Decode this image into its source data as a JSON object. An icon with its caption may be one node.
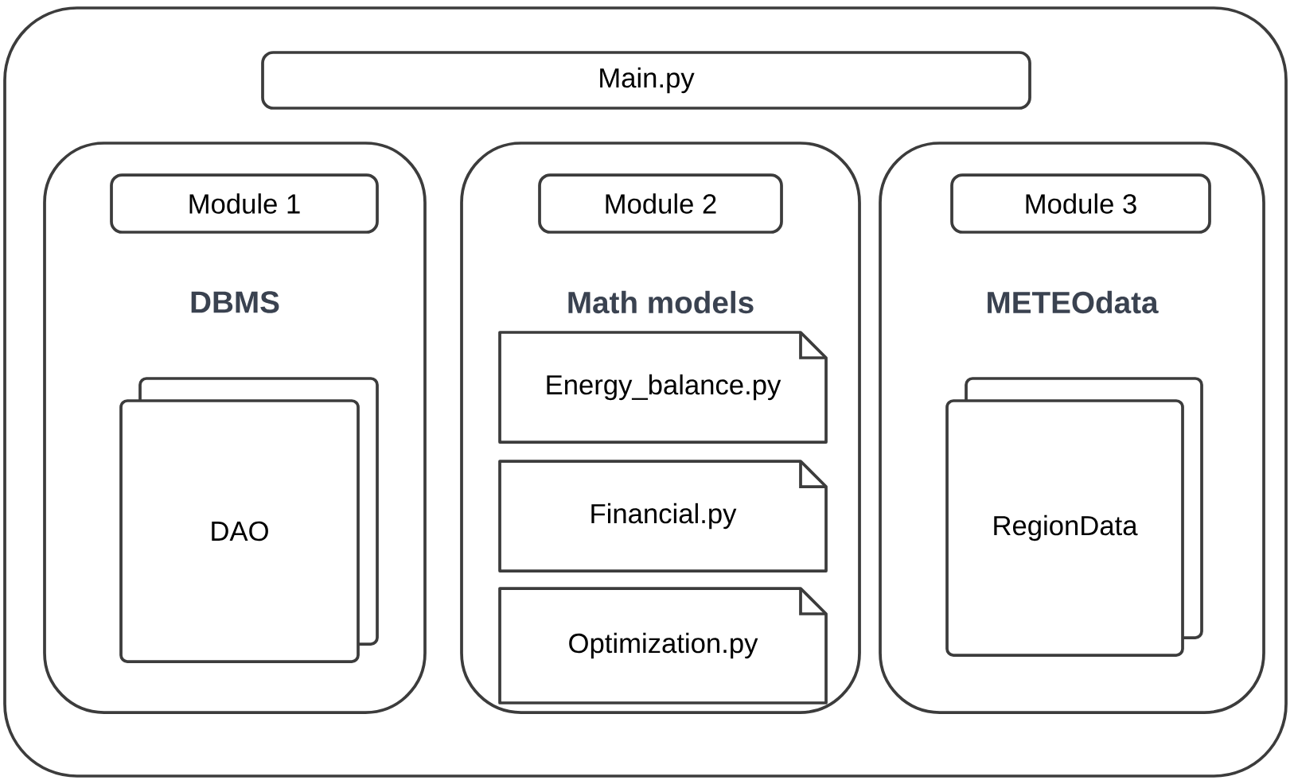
{
  "diagram": {
    "nodes": [
      {
        "text": [],
        "shape": "box"
      },
      {
        "text": [
          "Main.py"
        ],
        "in": 0
      },
      {
        "text": [
          "DBMS"
        ],
        "in": 0
      },
      {
        "text": [
          "Module 1"
        ],
        "in": 2
      },
      {
        "text": [
          "DAO"
        ],
        "in": 2
      },
      {
        "text": [
          "Math models"
        ],
        "in": 0
      },
      {
        "text": [
          "Module 2"
        ],
        "in": 5
      },
      {
        "text": [
          "Energy_balance.py"
        ],
        "in": 5
      },
      {
        "text": [
          "Financial.py"
        ],
        "in": 5
      },
      {
        "text": [
          "Optimization.py"
        ],
        "in": 5
      },
      {
        "text": [
          "METEOdata"
        ],
        "in": 0
      },
      {
        "text": [
          "Module 3"
        ],
        "in": 10
      },
      {
        "text": [
          "RegionData"
        ],
        "in": 10
      }
    ]
  }
}
